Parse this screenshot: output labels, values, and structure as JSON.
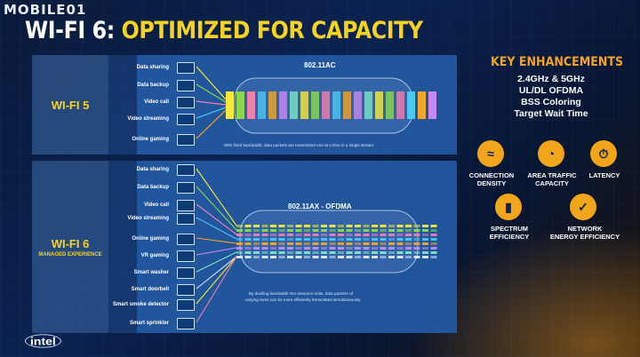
{
  "watermark": "MOBILE01",
  "title": {
    "white": "WI-FI 6:",
    "orange": "OPTIMIZED FOR CAPACITY"
  },
  "wifi5": {
    "label": "WI-FI 5",
    "items": [
      "Data sharing",
      "Data backup",
      "Video call",
      "Video streaming",
      "Online gaming"
    ],
    "pipe_title": "802.11AC",
    "caption": "With fixed bandwidth, data packets are transmitted one at a time in a single stream.",
    "stream_colors": [
      "#f7ea3a",
      "#8bd94a",
      "#f07fb0",
      "#4ec6f0",
      "#f5a623",
      "#c58bf0",
      "#7fe3c8",
      "#f7ea3a",
      "#8bd94a",
      "#f07fb0",
      "#4ec6f0",
      "#f5a623",
      "#c58bf0",
      "#7fe3c8",
      "#f7ea3a",
      "#8bd94a",
      "#f07fb0",
      "#4ec6f0",
      "#f5a623",
      "#c58bf0"
    ]
  },
  "wifi6": {
    "label": "WI-FI 6",
    "sublabel": "MANAGED EXPERIENCE",
    "items": [
      "Data sharing",
      "Data backup",
      "Video call",
      "Video streaming",
      "Online gaming",
      "VR gaming",
      "Smart washer",
      "Smart doorbell",
      "Smart smoke detector",
      "Smart sprinkler"
    ],
    "pipe_title": "802.11AX - OFDMA",
    "caption_1": "By dividing bandwidth into resource units, data packets of",
    "caption_2": "varying sizes can be more efficiently transmitted simultaneously.",
    "row_colors": [
      "#f7ea3a",
      "#8bd94a",
      "#f07fb0",
      "#4ec6f0",
      "#f5a623",
      "#c58bf0",
      "#7fe3c8",
      "#e0e8ff"
    ]
  },
  "key": {
    "title": "KEY ENHANCEMENTS",
    "lines": [
      "2.4GHz & 5GHz",
      "UL/DL OFDMA",
      "BSS Coloring",
      "Target Wait Time"
    ],
    "icons": [
      {
        "label_1": "CONNECTION",
        "label_2": "DENSITY",
        "icon": "connection-density-icon"
      },
      {
        "label_1": "AREA TRAFFIC",
        "label_2": "CAPACITY",
        "icon": "area-traffic-icon"
      },
      {
        "label_1": "LATENCY",
        "label_2": "",
        "icon": "latency-icon"
      },
      {
        "label_1": "SPECTRUM",
        "label_2": "EFFICIENCY",
        "icon": "spectrum-efficiency-icon"
      },
      {
        "label_1": "NETWORK",
        "label_2": "ENERGY EFFICIENCY",
        "icon": "network-energy-icon"
      }
    ],
    "accent": "#f0a51a"
  },
  "logo": "intel"
}
